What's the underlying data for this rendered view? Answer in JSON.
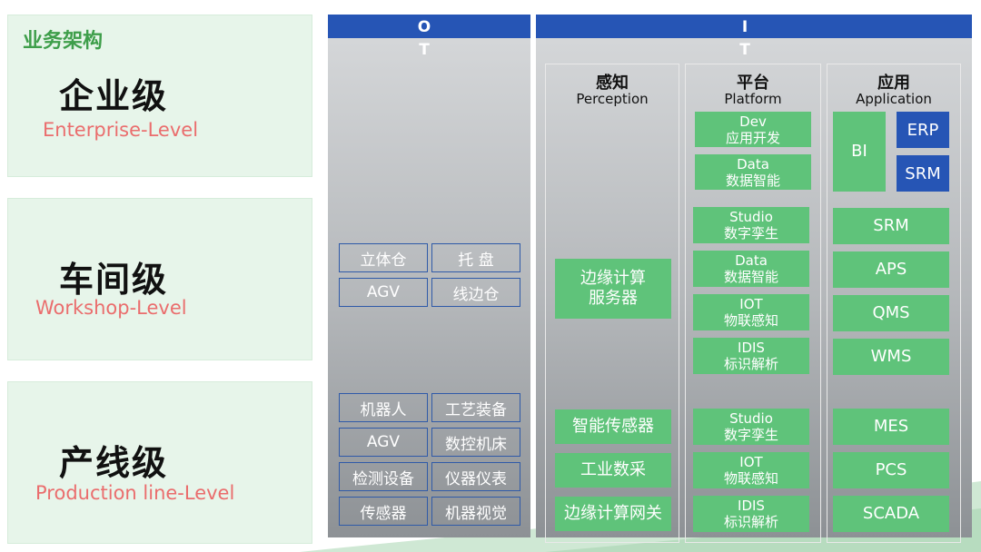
{
  "business_title": "业务架构",
  "levels": [
    {
      "title": "企业级",
      "subtitle": "Enterprise-Level"
    },
    {
      "title": "车间级",
      "subtitle": "Workshop-Level"
    },
    {
      "title": "产线级",
      "subtitle": "Production line-Level"
    }
  ],
  "ot": {
    "letters": [
      "O",
      "T"
    ],
    "workshop": [
      "立体仓",
      "托 盘",
      "AGV",
      "线边仓"
    ],
    "production": [
      "机器人",
      "工艺装备",
      "AGV",
      "数控机床",
      "检测设备",
      "仪器仪表",
      "传感器",
      "机器视觉"
    ]
  },
  "it": {
    "letters": [
      "I",
      "T"
    ],
    "perception": {
      "title": "感知",
      "title_en": "Perception",
      "workshop": [
        "边缘计算\n服务器"
      ],
      "production": [
        "智能传感器",
        "工业数采",
        "边缘计算网关"
      ]
    },
    "platform": {
      "title": "平台",
      "title_en": "Platform",
      "enterprise": [
        {
          "en": "Dev",
          "zh": "应用开发"
        },
        {
          "en": "Data",
          "zh": "数据智能"
        }
      ],
      "workshop": [
        {
          "en": "Studio",
          "zh": "数字孪生"
        },
        {
          "en": "Data",
          "zh": "数据智能"
        },
        {
          "en": "IOT",
          "zh": "物联感知"
        },
        {
          "en": "IDIS",
          "zh": "标识解析"
        }
      ],
      "production": [
        {
          "en": "Studio",
          "zh": "数字孪生"
        },
        {
          "en": "IOT",
          "zh": "物联感知"
        },
        {
          "en": "IDIS",
          "zh": "标识解析"
        }
      ]
    },
    "application": {
      "title": "应用",
      "title_en": "Application",
      "enterprise": {
        "bi": "BI",
        "erp": "ERP",
        "srm": "SRM"
      },
      "workshop": [
        "SRM",
        "APS",
        "QMS",
        "WMS"
      ],
      "production": [
        "MES",
        "PCS",
        "SCADA"
      ]
    }
  },
  "colors": {
    "panel": "#e7f5ea",
    "green_box": "#5fc37a",
    "blue": "#2655b5",
    "subtitle": "#ea6d6d",
    "biz": "#3e9e4a"
  }
}
